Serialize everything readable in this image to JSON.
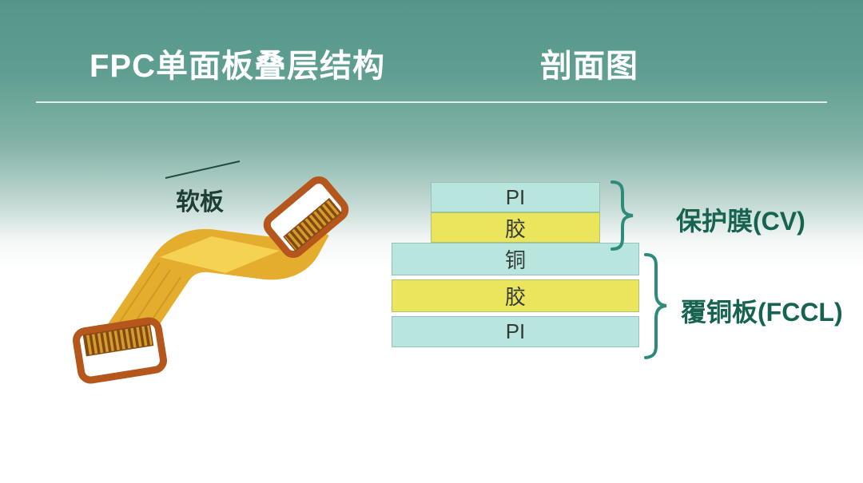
{
  "page": {
    "title_left": "FPC单面板叠层结构",
    "title_right": "剖面图"
  },
  "fpc": {
    "label": "软板"
  },
  "stack": {
    "layers": [
      {
        "label": "PI",
        "color": "#b8e5dd",
        "width": "narrow"
      },
      {
        "label": "胶",
        "color": "#ebe55e",
        "width": "narrow"
      },
      {
        "label": "铜",
        "color": "#b8e5dd",
        "width": "wide"
      },
      {
        "label": "胶",
        "color": "#ebe55e",
        "width": "wide"
      },
      {
        "label": "PI",
        "color": "#b8e5dd",
        "width": "wide"
      }
    ],
    "groups": [
      {
        "label": "保护膜(CV)"
      },
      {
        "label": "覆铜板(FCCL)"
      }
    ]
  },
  "colors": {
    "background_top": "#54978a",
    "title_text": "#ffffff",
    "teal_layer": "#b8e5dd",
    "yellow_layer": "#ebe55e",
    "brace": "#2e8b7a",
    "group_label_text": "#176352",
    "ribbon_gold": "#e5ad2e",
    "ribbon_fold": "#f6d254",
    "connector_frame": "#b5571c"
  }
}
